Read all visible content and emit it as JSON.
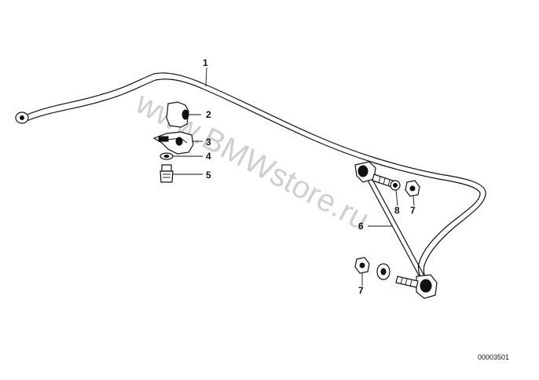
{
  "diagram": {
    "callouts": [
      "1",
      "2",
      "3",
      "4",
      "5",
      "6",
      "7",
      "7",
      "8"
    ],
    "document_number": "00003501",
    "watermark": "www.BMWstore.ru"
  }
}
